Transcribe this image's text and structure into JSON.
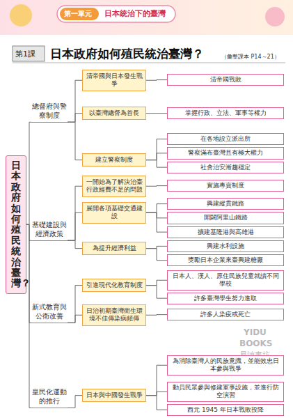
{
  "diagram": {
    "title": "日本政府如何殖民統治臺灣？",
    "nodes": [
      {
        "text": [
          "日本政府如何殖民統治臺灣？"
        ]
      },
      {
        "text": [
          "總督府與警察制度"
        ]
      },
      {
        "text": [
          "清帝國與日本發生戰爭"
        ]
      },
      {
        "text": [
          "清帝國戰敗"
        ]
      },
      {
        "text": [
          "以臺灣總督為首長"
        ]
      },
      {
        "text": [
          "掌握行政、立法、軍事等權力"
        ]
      },
      {
        "text": [
          "建立警察制度"
        ]
      },
      {
        "text": [
          "在各地設立派出所"
        ]
      },
      {
        "text": [
          "警察滿布臺灣且有極大權力"
        ]
      },
      {
        "text": [
          "社會治安漸趨穩定"
        ]
      },
      {
        "text": [
          "基礎建設與經濟政策"
        ]
      },
      {
        "text": [
          "一開始為了解決治臺行政經費不足的問題"
        ]
      },
      {
        "text": [
          "實施專賣制度"
        ]
      },
      {
        "text": [
          "展開各項基礎交通建設"
        ]
      },
      {
        "text": [
          "興建縱貫鐵路"
        ]
      },
      {
        "text": [
          "開闢阿里山鐵路"
        ]
      },
      {
        "text": [
          "擴建基隆港與高雄港"
        ]
      },
      {
        "text": [
          "為提升經濟利益"
        ]
      },
      {
        "text": [
          "興建水利設施"
        ]
      },
      {
        "text": [
          "獎勵日本企業來臺興建糖廠"
        ]
      },
      {
        "text": [
          "新式教育與公衛改善"
        ]
      },
      {
        "text": [
          "引進現代化教育制度"
        ]
      },
      {
        "text": [
          "日本人、漢人、原住民族兒童就讀不同學校"
        ]
      },
      {
        "text": [
          "許多臺灣學生努力進取"
        ]
      },
      {
        "text": [
          "日治初期臺灣衛生環境不佳傳染病頻傳"
        ]
      },
      {
        "text": [
          "許多人染疫或死亡"
        ]
      },
      {
        "text": [
          "皇民化運動的推行"
        ]
      },
      {
        "text": [
          "日本與中國發生戰爭"
        ]
      },
      {
        "text": [
          "為消除臺灣人的民族意識，並能效忠日本參與戰爭"
        ]
      },
      {
        "text": [
          "動員民眾參與修建軍事設施，並進行防空演習"
        ]
      },
      {
        "text": [
          "西元 1945 年日本戰敗投降"
        ]
      }
    ],
    "edges": [
      {
        "from": 0,
        "to": 1,
        "arrow": "none"
      },
      {
        "from": 0,
        "to": 10,
        "arrow": "none"
      },
      {
        "from": 0,
        "to": 20,
        "arrow": "none"
      },
      {
        "from": 0,
        "to": 26,
        "arrow": "none"
      },
      {
        "from": 1,
        "to": 2,
        "arrow": "none"
      },
      {
        "from": 1,
        "to": 4,
        "arrow": "none"
      },
      {
        "from": 1,
        "to": 6,
        "arrow": "none"
      },
      {
        "from": 2,
        "to": 3,
        "arrow": "none"
      },
      {
        "from": 4,
        "to": 5,
        "arrow": "none"
      },
      {
        "from": 6,
        "to": 7,
        "arrow": "none"
      },
      {
        "from": 6,
        "to": 8,
        "arrow": "none"
      },
      {
        "from": 6,
        "to": 9,
        "arrow": "none"
      },
      {
        "from": 10,
        "to": 11,
        "arrow": "none"
      },
      {
        "from": 10,
        "to": 13,
        "arrow": "none"
      },
      {
        "from": 10,
        "to": 17,
        "arrow": "none"
      },
      {
        "from": 11,
        "to": 12,
        "arrow": "none"
      },
      {
        "from": 13,
        "to": 14,
        "arrow": "none"
      },
      {
        "from": 13,
        "to": 15,
        "arrow": "none"
      },
      {
        "from": 13,
        "to": 16,
        "arrow": "none"
      },
      {
        "from": 17,
        "to": 18,
        "arrow": "none"
      },
      {
        "from": 17,
        "to": 19,
        "arrow": "none"
      },
      {
        "from": 20,
        "to": 21,
        "arrow": "none"
      },
      {
        "from": 20,
        "to": 24,
        "arrow": "none"
      },
      {
        "from": 21,
        "to": 22,
        "arrow": "none"
      },
      {
        "from": 21,
        "to": 23,
        "arrow": "none"
      },
      {
        "from": 24,
        "to": 25,
        "arrow": "none"
      },
      {
        "from": 26,
        "to": 27,
        "arrow": "none"
      },
      {
        "from": 27,
        "to": 28,
        "arrow": "none"
      },
      {
        "from": 27,
        "to": 29,
        "arrow": "none"
      },
      {
        "from": 27,
        "to": 30,
        "arrow": "none"
      }
    ],
    "labels": [
      "第一單元",
      "日本統治下的臺灣",
      "第1課",
      "（彙整課本 P14～21）",
      "YIDU",
      "BOOKS",
      "易讀書坊"
    ]
  }
}
